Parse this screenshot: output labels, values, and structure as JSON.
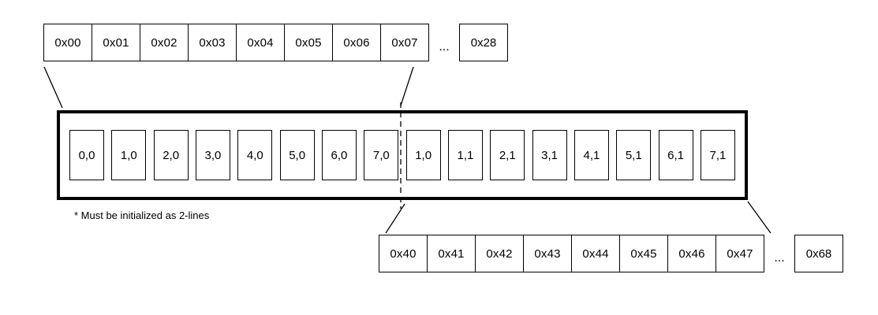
{
  "top_row": {
    "cells": [
      "0x00",
      "0x01",
      "0x02",
      "0x03",
      "0x04",
      "0x05",
      "0x06",
      "0x07"
    ],
    "ellipsis": "...",
    "last_cell": "0x28"
  },
  "ddram_grid": {
    "cells": [
      "0,0",
      "1,0",
      "2,0",
      "3,0",
      "4,0",
      "5,0",
      "6,0",
      "7,0",
      "1,0",
      "1,1",
      "2,1",
      "3,1",
      "4,1",
      "5,1",
      "6,1",
      "7,1"
    ]
  },
  "bottom_row": {
    "cells": [
      "0x40",
      "0x41",
      "0x42",
      "0x43",
      "0x44",
      "0x45",
      "0x46",
      "0x47"
    ],
    "ellipsis": "...",
    "last_cell": "0x68"
  },
  "note": "* Must be initialized as 2-lines",
  "colors": {
    "line": "#000000",
    "background": "#ffffff"
  }
}
